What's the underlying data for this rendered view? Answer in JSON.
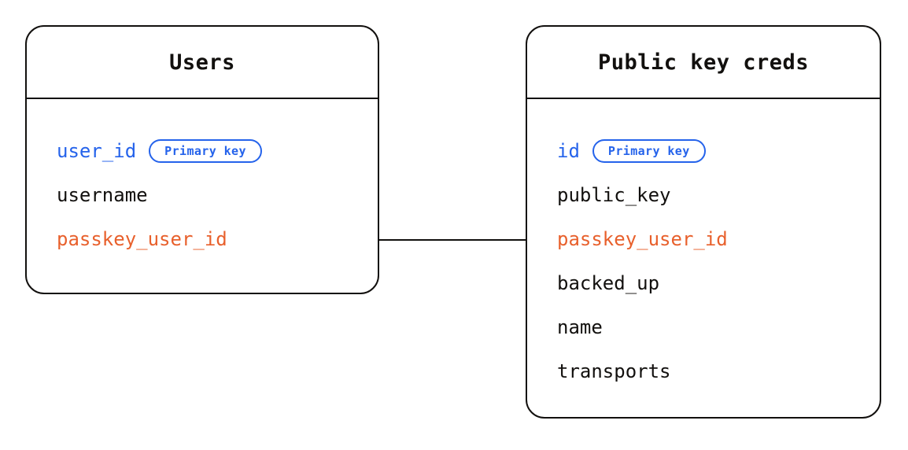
{
  "diagram": {
    "type": "entity-relationship-diagram",
    "background_color": "#ffffff",
    "colors": {
      "primary_key": "#2563eb",
      "foreign_key": "#e8602c",
      "text": "#12100e",
      "border": "#12100e"
    },
    "badge_label": "Primary key",
    "entities": [
      {
        "id": "users",
        "title": "Users",
        "fields": [
          {
            "name": "user_id",
            "role": "pk",
            "badge": "Primary key"
          },
          {
            "name": "username",
            "role": "plain",
            "badge": null
          },
          {
            "name": "passkey_user_id",
            "role": "fk",
            "badge": null
          }
        ]
      },
      {
        "id": "public-key-creds",
        "title": "Public key creds",
        "fields": [
          {
            "name": "id",
            "role": "pk",
            "badge": "Primary key"
          },
          {
            "name": "public_key",
            "role": "plain",
            "badge": null
          },
          {
            "name": "passkey_user_id",
            "role": "fk",
            "badge": null
          },
          {
            "name": "backed_up",
            "role": "plain",
            "badge": null
          },
          {
            "name": "name",
            "role": "plain",
            "badge": null
          },
          {
            "name": "transports",
            "role": "plain",
            "badge": null
          }
        ]
      }
    ],
    "relationships": [
      {
        "from_entity": "users",
        "from_field": "passkey_user_id",
        "to_entity": "public-key-creds",
        "to_field": "passkey_user_id"
      }
    ]
  }
}
